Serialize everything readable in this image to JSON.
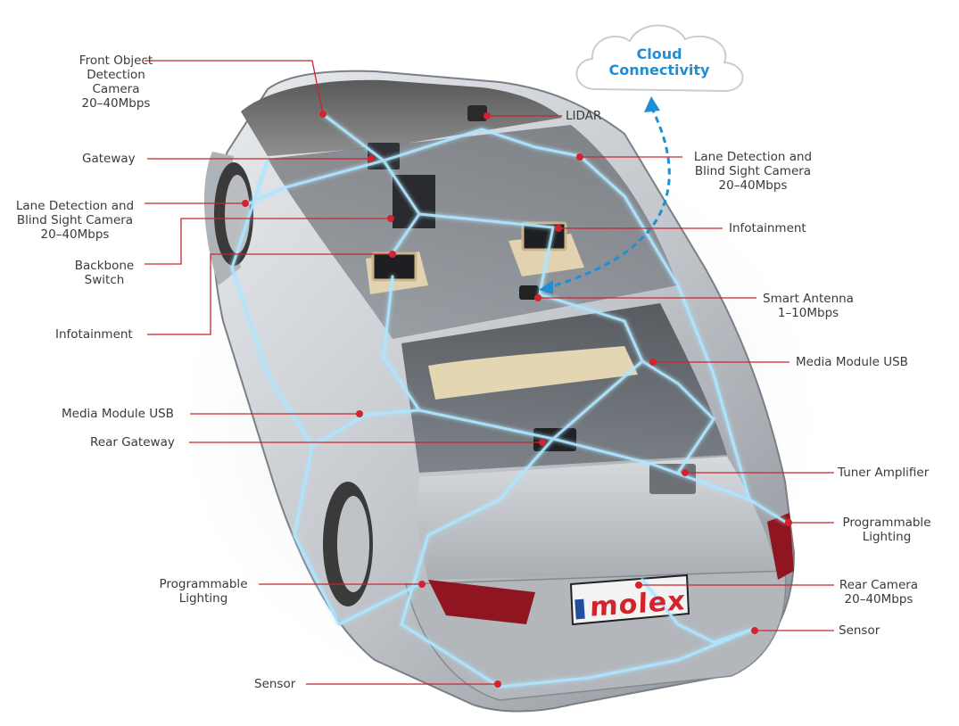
{
  "cloud": {
    "line1": "Cloud",
    "line2": "Connectivity"
  },
  "brand": {
    "plate_logo": "molex",
    "arrow_color": "#1e8fd6",
    "leader_color": "#c8262e",
    "wire_color": "#9fe2ff"
  },
  "labels": {
    "front_camera": [
      "Front Object",
      "Detection",
      "Camera",
      "20–40Mbps"
    ],
    "lidar": [
      "LIDAR"
    ],
    "lane_right": [
      "Lane Detection and",
      "Blind Sight Camera",
      "20–40Mbps"
    ],
    "gateway": [
      "Gateway"
    ],
    "lane_left": [
      "Lane Detection and",
      "Blind Sight Camera",
      "20–40Mbps"
    ],
    "infotainment_right": [
      "Infotainment"
    ],
    "backbone": [
      "Backbone",
      "Switch"
    ],
    "smart_antenna": [
      "Smart Antenna",
      "1–10Mbps"
    ],
    "infotainment_left": [
      "Infotainment"
    ],
    "media_usb_right": [
      "Media Module USB"
    ],
    "media_usb_left": [
      "Media Module USB"
    ],
    "rear_gateway": [
      "Rear Gateway"
    ],
    "tuner_amp": [
      "Tuner Amplifier"
    ],
    "prog_light_right": [
      "Programmable",
      "Lighting"
    ],
    "prog_light_left": [
      "Programmable",
      "Lighting"
    ],
    "rear_camera": [
      "Rear Camera",
      "20–40Mbps"
    ],
    "sensor_right": [
      "Sensor"
    ],
    "sensor_left": [
      "Sensor"
    ]
  }
}
